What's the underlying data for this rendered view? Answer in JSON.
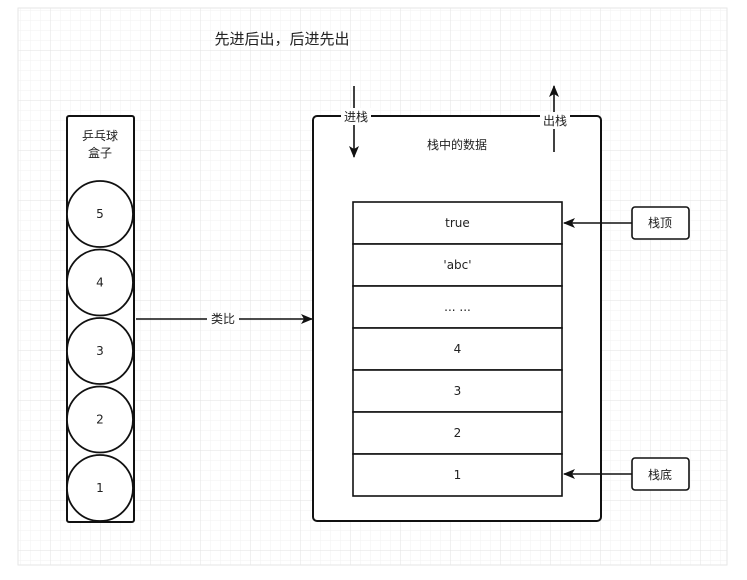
{
  "title": "先进后出，后进先出",
  "box": {
    "label_line1": "乒乓球",
    "label_line2": "盒子",
    "balls": [
      "5",
      "4",
      "3",
      "2",
      "1"
    ]
  },
  "analogy_label": "类比",
  "stack": {
    "label": "栈中的数据",
    "push_label": "进栈",
    "pop_label": "出栈",
    "cells": [
      "true",
      "'abc'",
      "... ...",
      "4",
      "3",
      "2",
      "1"
    ],
    "top_label": "栈顶",
    "bottom_label": "栈底"
  },
  "colors": {
    "line": "#111111",
    "grid": "#ececec",
    "text": "#222222"
  }
}
